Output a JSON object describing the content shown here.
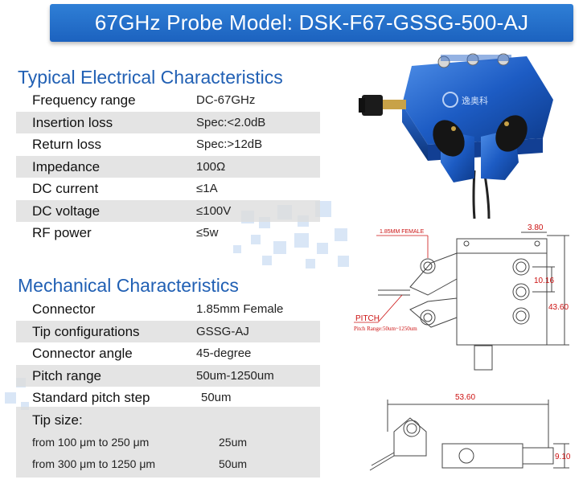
{
  "banner": {
    "title": "67GHz Probe Model: DSK-F67-GSSG-500-AJ"
  },
  "electrical": {
    "title": "Typical Electrical Characteristics",
    "rows": [
      {
        "label": "Frequency range",
        "value": "DC-67GHz"
      },
      {
        "label": "Insertion loss",
        "value": "Spec:<2.0dB"
      },
      {
        "label": "Return loss",
        "value": "Spec:>12dB"
      },
      {
        "label": "Impedance",
        "value": "100Ω"
      },
      {
        "label": "DC current",
        "value": "≤1A"
      },
      {
        "label": "DC voltage",
        "value": "≤100V"
      },
      {
        "label": "RF power",
        "value": "≤5w"
      }
    ]
  },
  "mechanical": {
    "title": "Mechanical Characteristics",
    "rows": [
      {
        "label": "Connector",
        "value": "1.85mm Female"
      },
      {
        "label": "Tip configurations",
        "value": "GSSG-AJ"
      },
      {
        "label": "Connector angle",
        "value": "45-degree"
      },
      {
        "label": "Pitch range",
        "value": "50um-1250um"
      },
      {
        "label": "Standard pitch step",
        "value": "50um"
      }
    ],
    "tip_size": {
      "title": "Tip size:",
      "rows": [
        {
          "label": "from 100 μm to 250 μm",
          "value": "25um"
        },
        {
          "label": "from 300 μm to 1250 μm",
          "value": "50um"
        }
      ]
    }
  },
  "photo": {
    "brand_text": "逸奥科"
  },
  "drawing": {
    "connector_label": "1.85MM FEMALE",
    "pitch_label": "PITCH",
    "pitch_range_label": "Pitch Range:50um~1250um",
    "dim_top": "3.80",
    "dim_hole": "10.16",
    "dim_height": "43.60",
    "dim_length": "53.60",
    "dim_side": "9.10"
  },
  "colors": {
    "accent": "#2160b4",
    "banner": "#1f66c4",
    "shade": "#dddddd",
    "dimension": "#cc1111"
  }
}
